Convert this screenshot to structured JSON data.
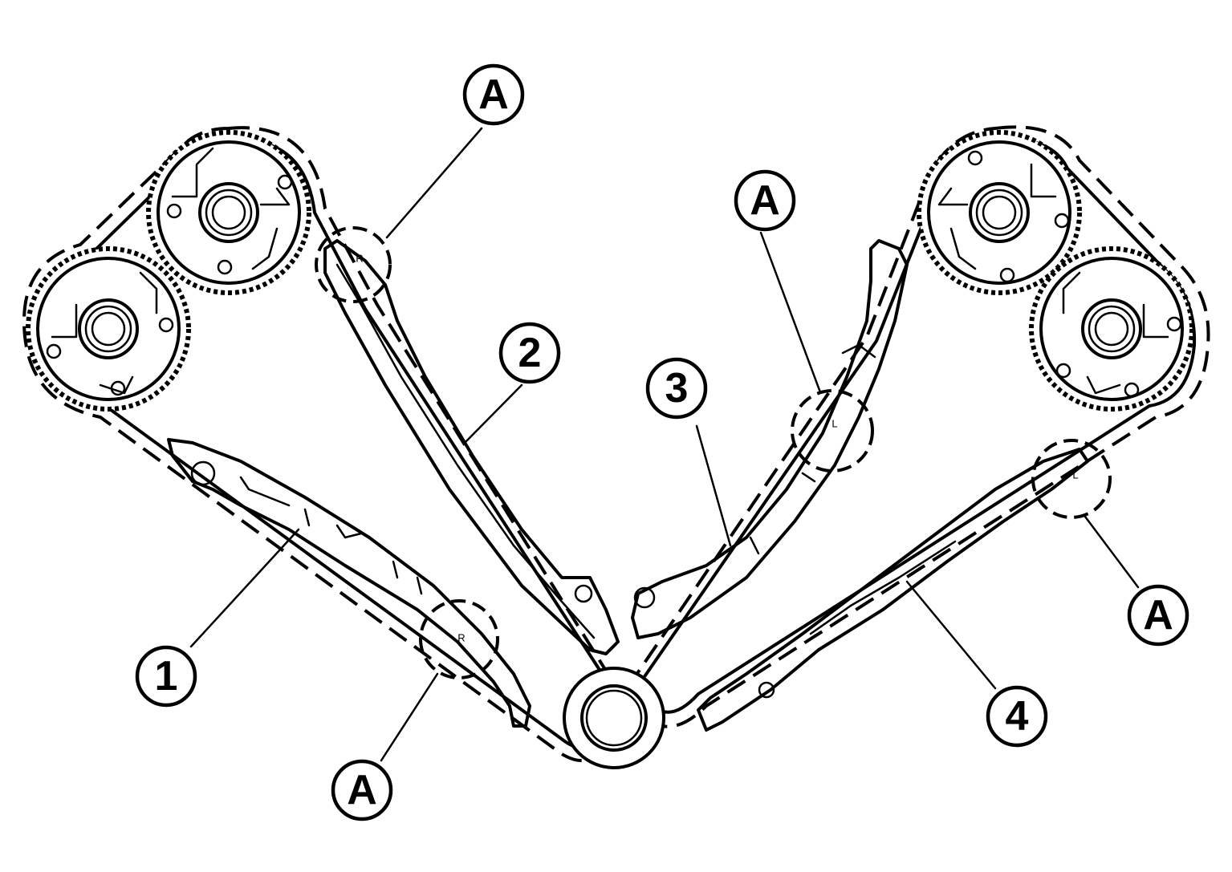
{
  "callouts": {
    "part_1": "1",
    "part_2": "2",
    "part_3": "3",
    "part_4": "4",
    "detail_marker": "A"
  },
  "guide_marks": {
    "guide_1": "R",
    "guide_2": "R",
    "guide_3": "L",
    "guide_4": "L"
  },
  "colors": {
    "line": "#000000",
    "background": "#ffffff"
  }
}
